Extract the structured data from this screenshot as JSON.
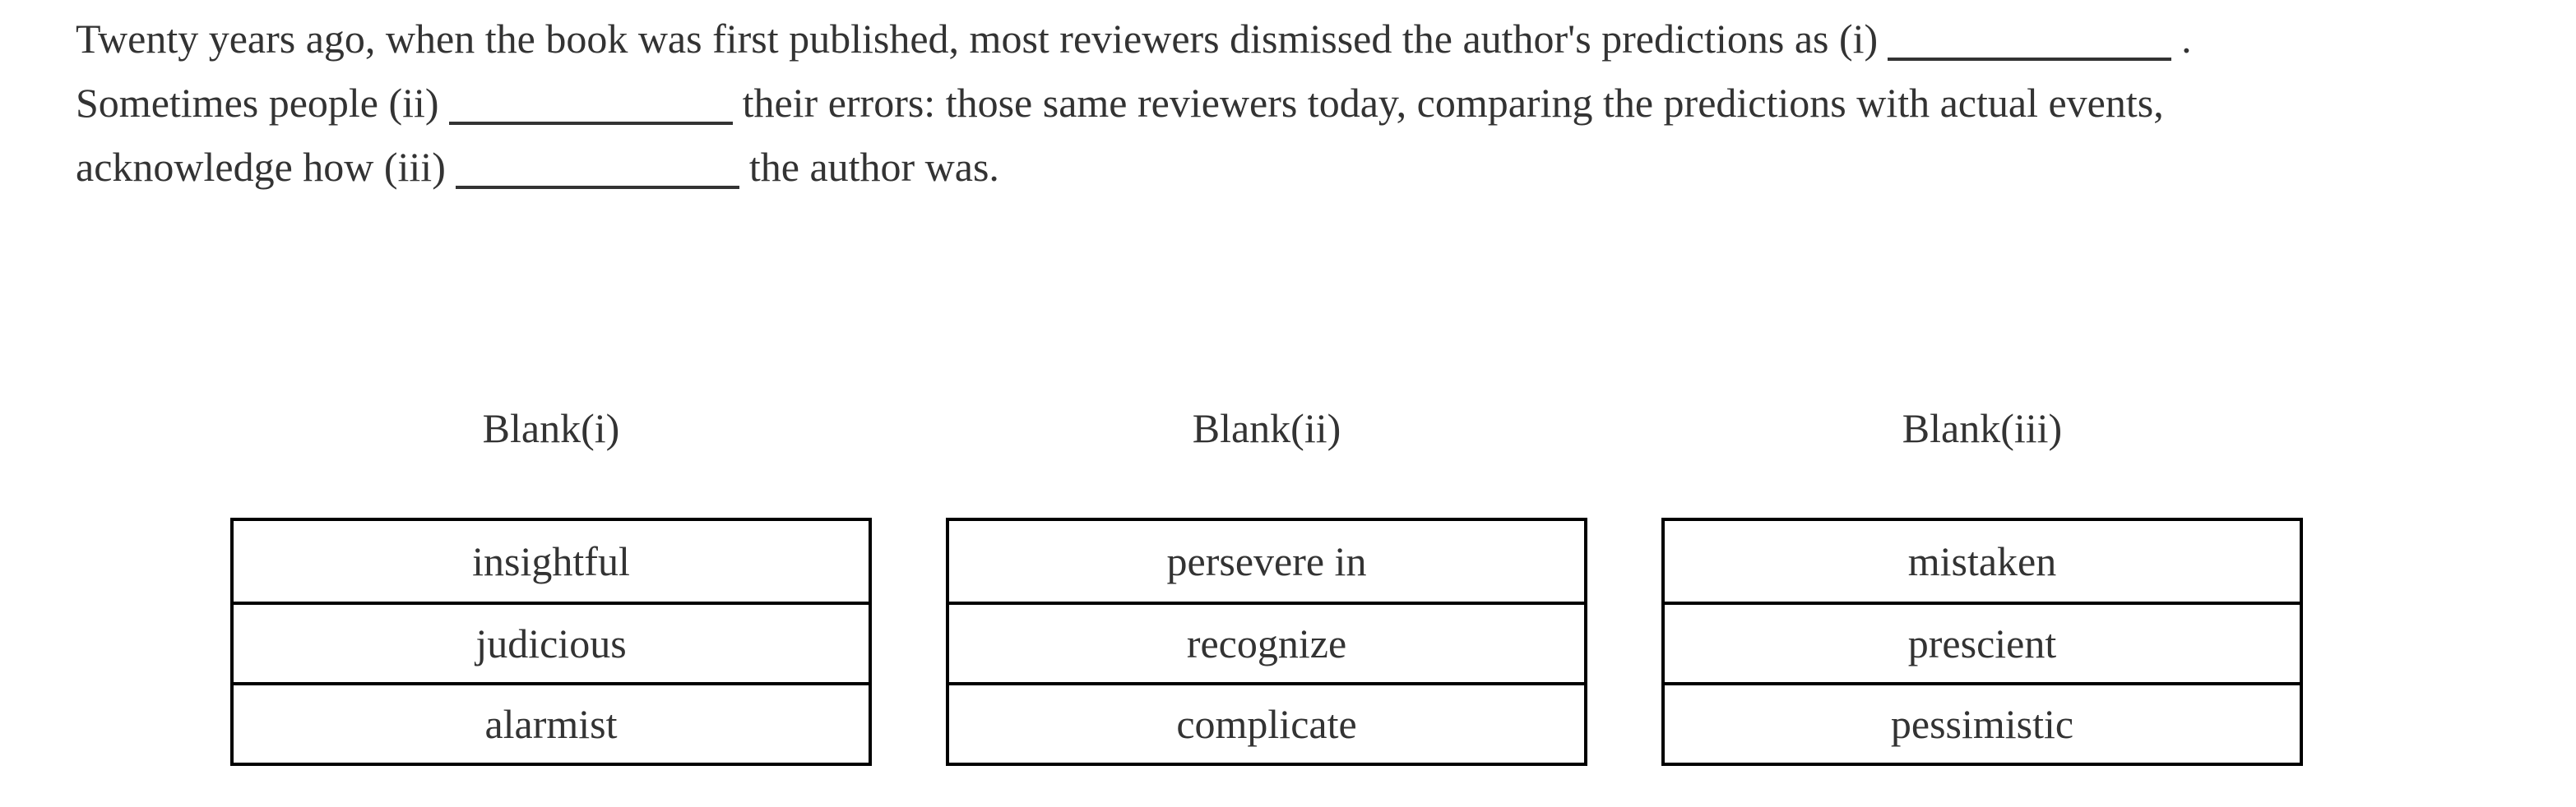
{
  "passage": {
    "lines": [
      {
        "before": "Twenty years ago, when the book was first published, most reviewers dismissed the author's predictions as (i)",
        "blank_label": "blank-i",
        "after": "."
      },
      {
        "before": "Sometimes people (ii)",
        "blank_label": "blank-ii",
        "after": "their errors: those same reviewers today, comparing the predictions with actual events,"
      },
      {
        "before": "acknowledge how (iii)",
        "blank_label": "blank-iii",
        "after": "the author was."
      }
    ]
  },
  "columns": [
    {
      "label": "Blank(i)",
      "options": [
        "insightful",
        "judicious",
        "alarmist"
      ]
    },
    {
      "label": "Blank(ii)",
      "options": [
        "persevere in",
        "recognize",
        "complicate"
      ]
    },
    {
      "label": "Blank(iii)",
      "options": [
        "mistaken",
        "prescient",
        "pessimistic"
      ]
    }
  ],
  "colors": {
    "text": "#333333",
    "border": "#000000",
    "background": "#ffffff"
  }
}
